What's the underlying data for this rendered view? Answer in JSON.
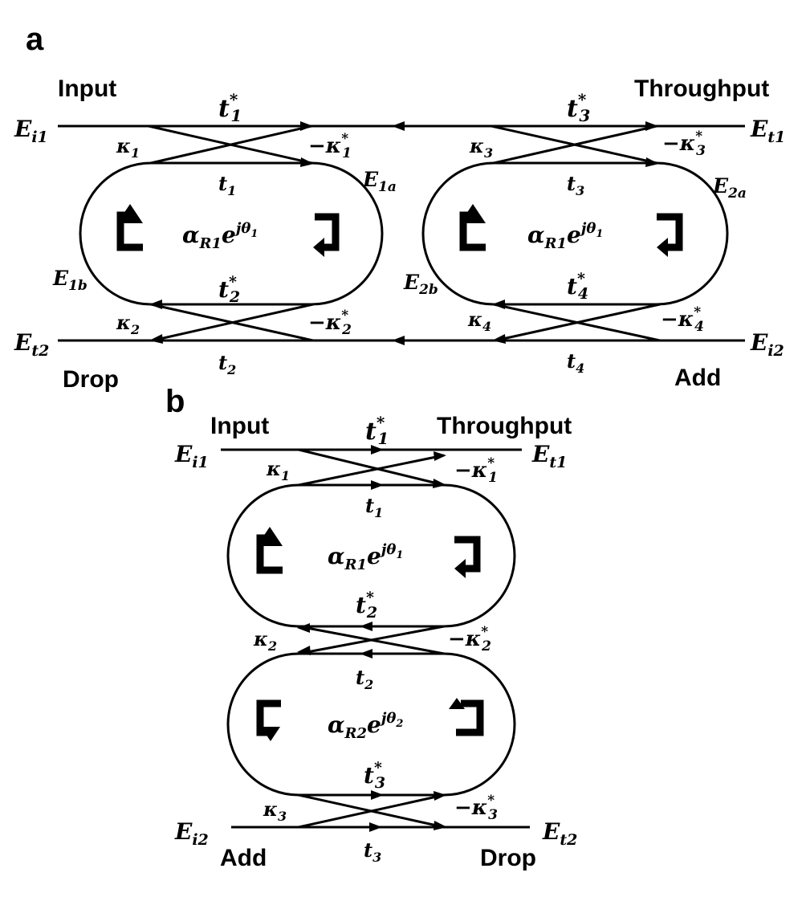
{
  "panels": {
    "a": {
      "label": "a"
    },
    "b": {
      "label": "b"
    }
  },
  "ports": {
    "input": "Input",
    "throughput": "Throughput",
    "drop": "Drop",
    "add": "Add"
  },
  "fields": {
    "Ei1": {
      "base": "E",
      "sub": "i1"
    },
    "Et1": {
      "base": "E",
      "sub": "t1"
    },
    "Et2": {
      "base": "E",
      "sub": "t2"
    },
    "Ei2": {
      "base": "E",
      "sub": "i2"
    },
    "E1a": {
      "base": "E",
      "sub": "1a"
    },
    "E1b": {
      "base": "E",
      "sub": "1b"
    },
    "E2a": {
      "base": "E",
      "sub": "2a"
    },
    "E2b": {
      "base": "E",
      "sub": "2b"
    }
  },
  "coefficients": {
    "t1": {
      "base": "t",
      "sub": "1"
    },
    "t2": {
      "base": "t",
      "sub": "2"
    },
    "t3": {
      "base": "t",
      "sub": "3"
    },
    "t4": {
      "base": "t",
      "sub": "4"
    },
    "t1c": {
      "base": "t",
      "sub": "1",
      "sup": "*"
    },
    "t2c": {
      "base": "t",
      "sub": "2",
      "sup": "*"
    },
    "t3c": {
      "base": "t",
      "sub": "3",
      "sup": "*"
    },
    "t4c": {
      "base": "t",
      "sub": "4",
      "sup": "*"
    },
    "k1": {
      "base": "κ",
      "sub": "1"
    },
    "k2": {
      "base": "κ",
      "sub": "2"
    },
    "k3": {
      "base": "κ",
      "sub": "3"
    },
    "k4": {
      "base": "κ",
      "sub": "4"
    },
    "mk1": {
      "base": "−κ",
      "sub": "1",
      "sup": "*"
    },
    "mk2": {
      "base": "−κ",
      "sub": "2",
      "sup": "*"
    },
    "mk3": {
      "base": "−κ",
      "sub": "3",
      "sup": "*"
    },
    "mk4": {
      "base": "−κ",
      "sub": "4",
      "sup": "*"
    }
  },
  "rings": {
    "R1": {
      "alpha": "α",
      "alpha_sub": "R1",
      "e": "e",
      "exp": "jθ",
      "exp_sub": "1"
    },
    "R2": {
      "alpha": "α",
      "alpha_sub": "R2",
      "e": "e",
      "exp": "jθ",
      "exp_sub": "2"
    }
  }
}
